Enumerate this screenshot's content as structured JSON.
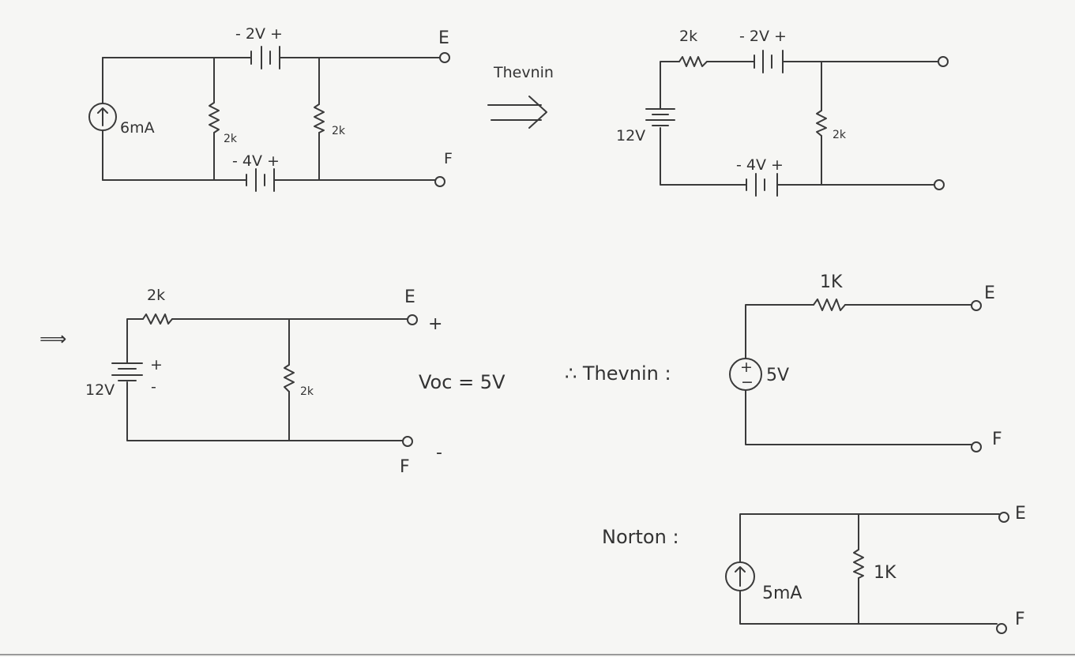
{
  "colors": {
    "ink": "#3a3a3a",
    "paper": "#f6f6f4"
  },
  "circuit1": {
    "source": "6mA",
    "battery_top": "- 2V +",
    "battery_bottom": "- 4V +",
    "resistor_left": "2k",
    "resistor_right": "2k",
    "terminal_top": "E",
    "terminal_bottom": "F"
  },
  "step1": {
    "caption": "Thevnin",
    "arrow": "⟹"
  },
  "circuit2": {
    "resistor_series": "2k",
    "battery_top": "- 2V +",
    "source": "12V",
    "resistor_shunt": "2k",
    "battery_bottom": "- 4V +"
  },
  "step2": {
    "arrow": "⟹"
  },
  "circuit3": {
    "resistor_series": "2k",
    "source": "12V",
    "source_plus": "+",
    "source_minus": "-",
    "resistor_shunt": "2k",
    "terminal_top": "E",
    "terminal_bottom": "F",
    "plus": "+",
    "minus": "-"
  },
  "voc": "Voc = 5V",
  "thevenin": {
    "caption": "∴ Thevnin :",
    "resistor": "1K",
    "source": "5V",
    "source_plus": "+",
    "source_minus": "−",
    "terminal_top": "E",
    "terminal_bottom": "F"
  },
  "norton": {
    "caption": "Norton :",
    "source": "5mA",
    "resistor": "1K",
    "terminal_top": "E",
    "terminal_bottom": "F"
  }
}
